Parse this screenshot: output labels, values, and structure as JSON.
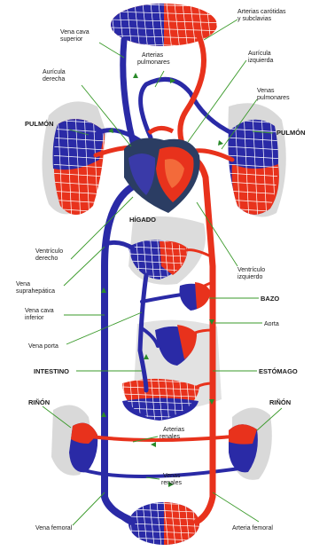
{
  "colors": {
    "arterial": "#e8321c",
    "venous": "#2a2aa6",
    "organ_shadow": "#d9d9d9",
    "leader": "#3a9a2a",
    "heart_dark": "#2b3d63"
  },
  "labels": {
    "vena_cava_sup": [
      "Vena cava",
      "superior"
    ],
    "arterias_carotidas": [
      "Arterias carótidas",
      "y subclavias"
    ],
    "arterias_pulmonares": [
      "Arterias",
      "pulmonares"
    ],
    "auricula_derecha": [
      "Aurícula",
      "derecha"
    ],
    "auricula_izquierda": [
      "Aurícula",
      "izquierda"
    ],
    "venas_pulmonares": [
      "Venas",
      "pulmonares"
    ],
    "pulmon_left": "PULMÓN",
    "pulmon_right": "PULMÓN",
    "higado": "HÍGADO",
    "ventriculo_derecho": [
      "Ventrículo",
      "derecho"
    ],
    "ventriculo_izquierdo": [
      "Ventrículo",
      "izquierdo"
    ],
    "vena_suprahepatica": [
      "Vena",
      "suprahepática"
    ],
    "vena_cava_inf": [
      "Vena cava",
      "inferior"
    ],
    "bazo": "BAZO",
    "aorta": "Aorta",
    "vena_porta": "Vena porta",
    "intestino": "INTESTINO",
    "estomago": "ESTÓMAGO",
    "rinon_left": "RIÑÓN",
    "rinon_right": "RIÑÓN",
    "arterias_renales": [
      "Arterias",
      "renales"
    ],
    "venas_renales": [
      "Venas",
      "renales"
    ],
    "vena_femoral": "Vena femoral",
    "arteria_femoral": "Arteria femoral"
  }
}
